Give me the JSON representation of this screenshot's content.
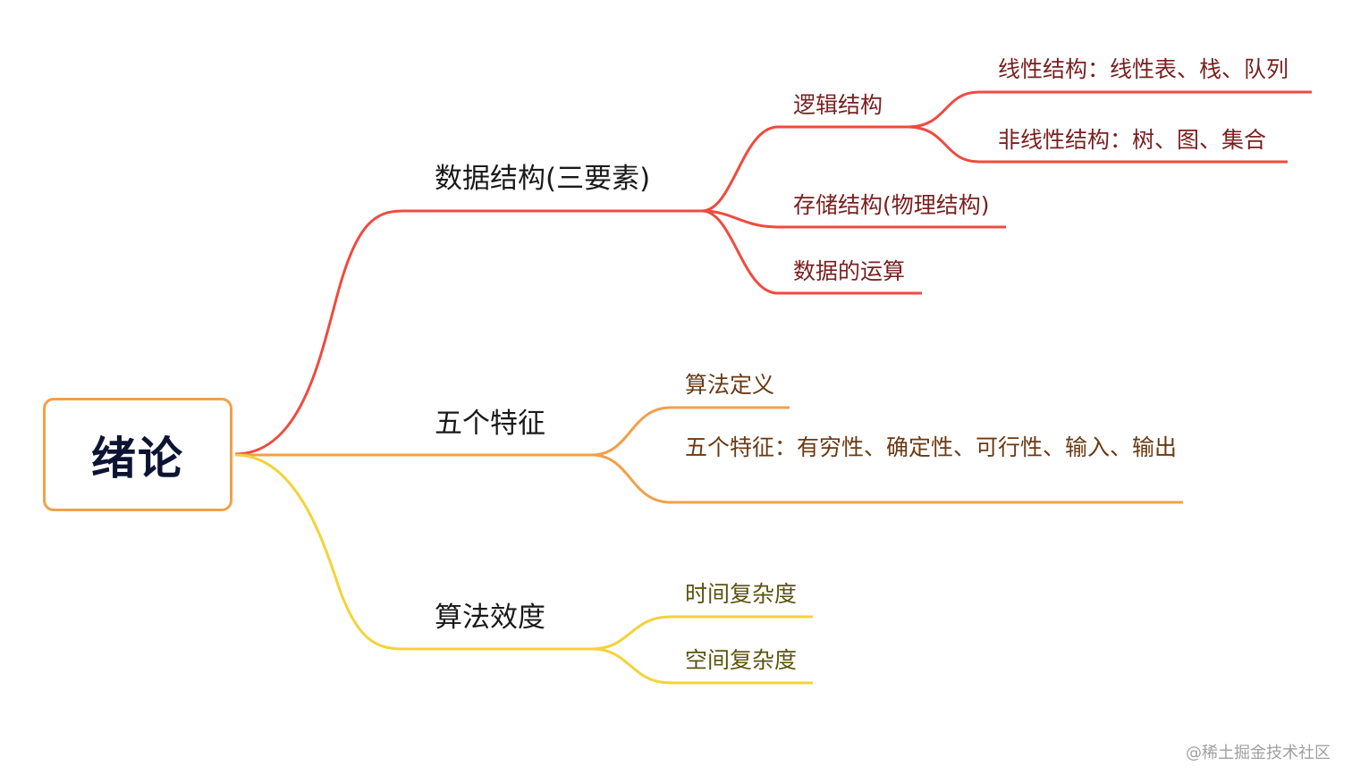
{
  "root": {
    "label": "绪论"
  },
  "branches": [
    {
      "label": "数据结构(三要素)",
      "color": "#ef4b3f",
      "children": [
        {
          "label": "逻辑结构",
          "children": [
            {
              "label": "线性结构：线性表、栈、队列"
            },
            {
              "label": "非线性结构：树、图、集合"
            }
          ]
        },
        {
          "label": "存储结构(物理结构)"
        },
        {
          "label": "数据的运算"
        }
      ]
    },
    {
      "label": "五个特征",
      "color": "#f2a04a",
      "children": [
        {
          "label": "算法定义"
        },
        {
          "label": "五个特征：有穷性、确定性、可行性、输入、输出"
        }
      ]
    },
    {
      "label": "算法效度",
      "color": "#f3d33a",
      "children": [
        {
          "label": "时间复杂度"
        },
        {
          "label": "空间复杂度"
        }
      ]
    }
  ],
  "watermark": "@稀土掘金技术社区"
}
